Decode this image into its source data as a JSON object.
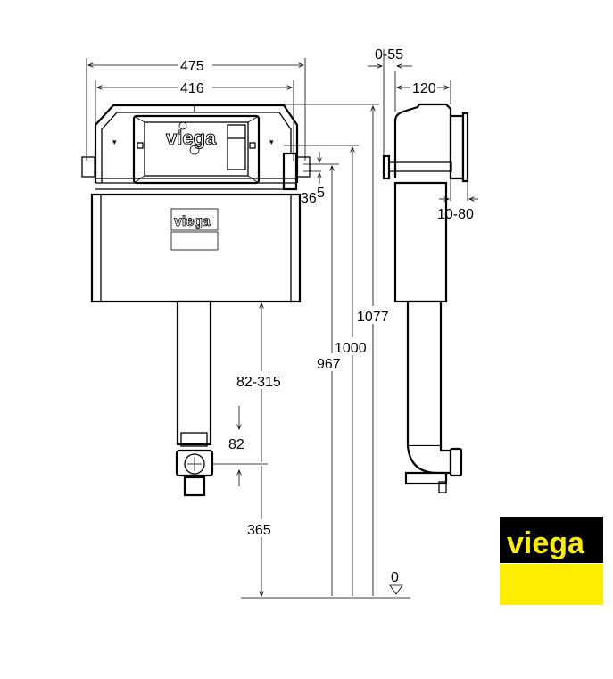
{
  "front_view": {
    "logo_panel": "viega",
    "logo_tank": "viega",
    "dimensions": {
      "overall_width": "475",
      "frame_width": "416",
      "height_total": "1077",
      "height_1000": "1000",
      "height_967": "967",
      "flush_range": "82-315",
      "flush_pipe": "82",
      "outlet_height": "365",
      "bracket_36": "36",
      "bracket_5": "5",
      "floor_zero": "0"
    }
  },
  "side_view": {
    "dimensions": {
      "wall_gap": "0-55",
      "depth": "120",
      "panel_range": "10-80"
    }
  },
  "brand_logo": {
    "text": "viega",
    "colors": {
      "black": "#000000",
      "yellow": "#ffed00"
    }
  }
}
